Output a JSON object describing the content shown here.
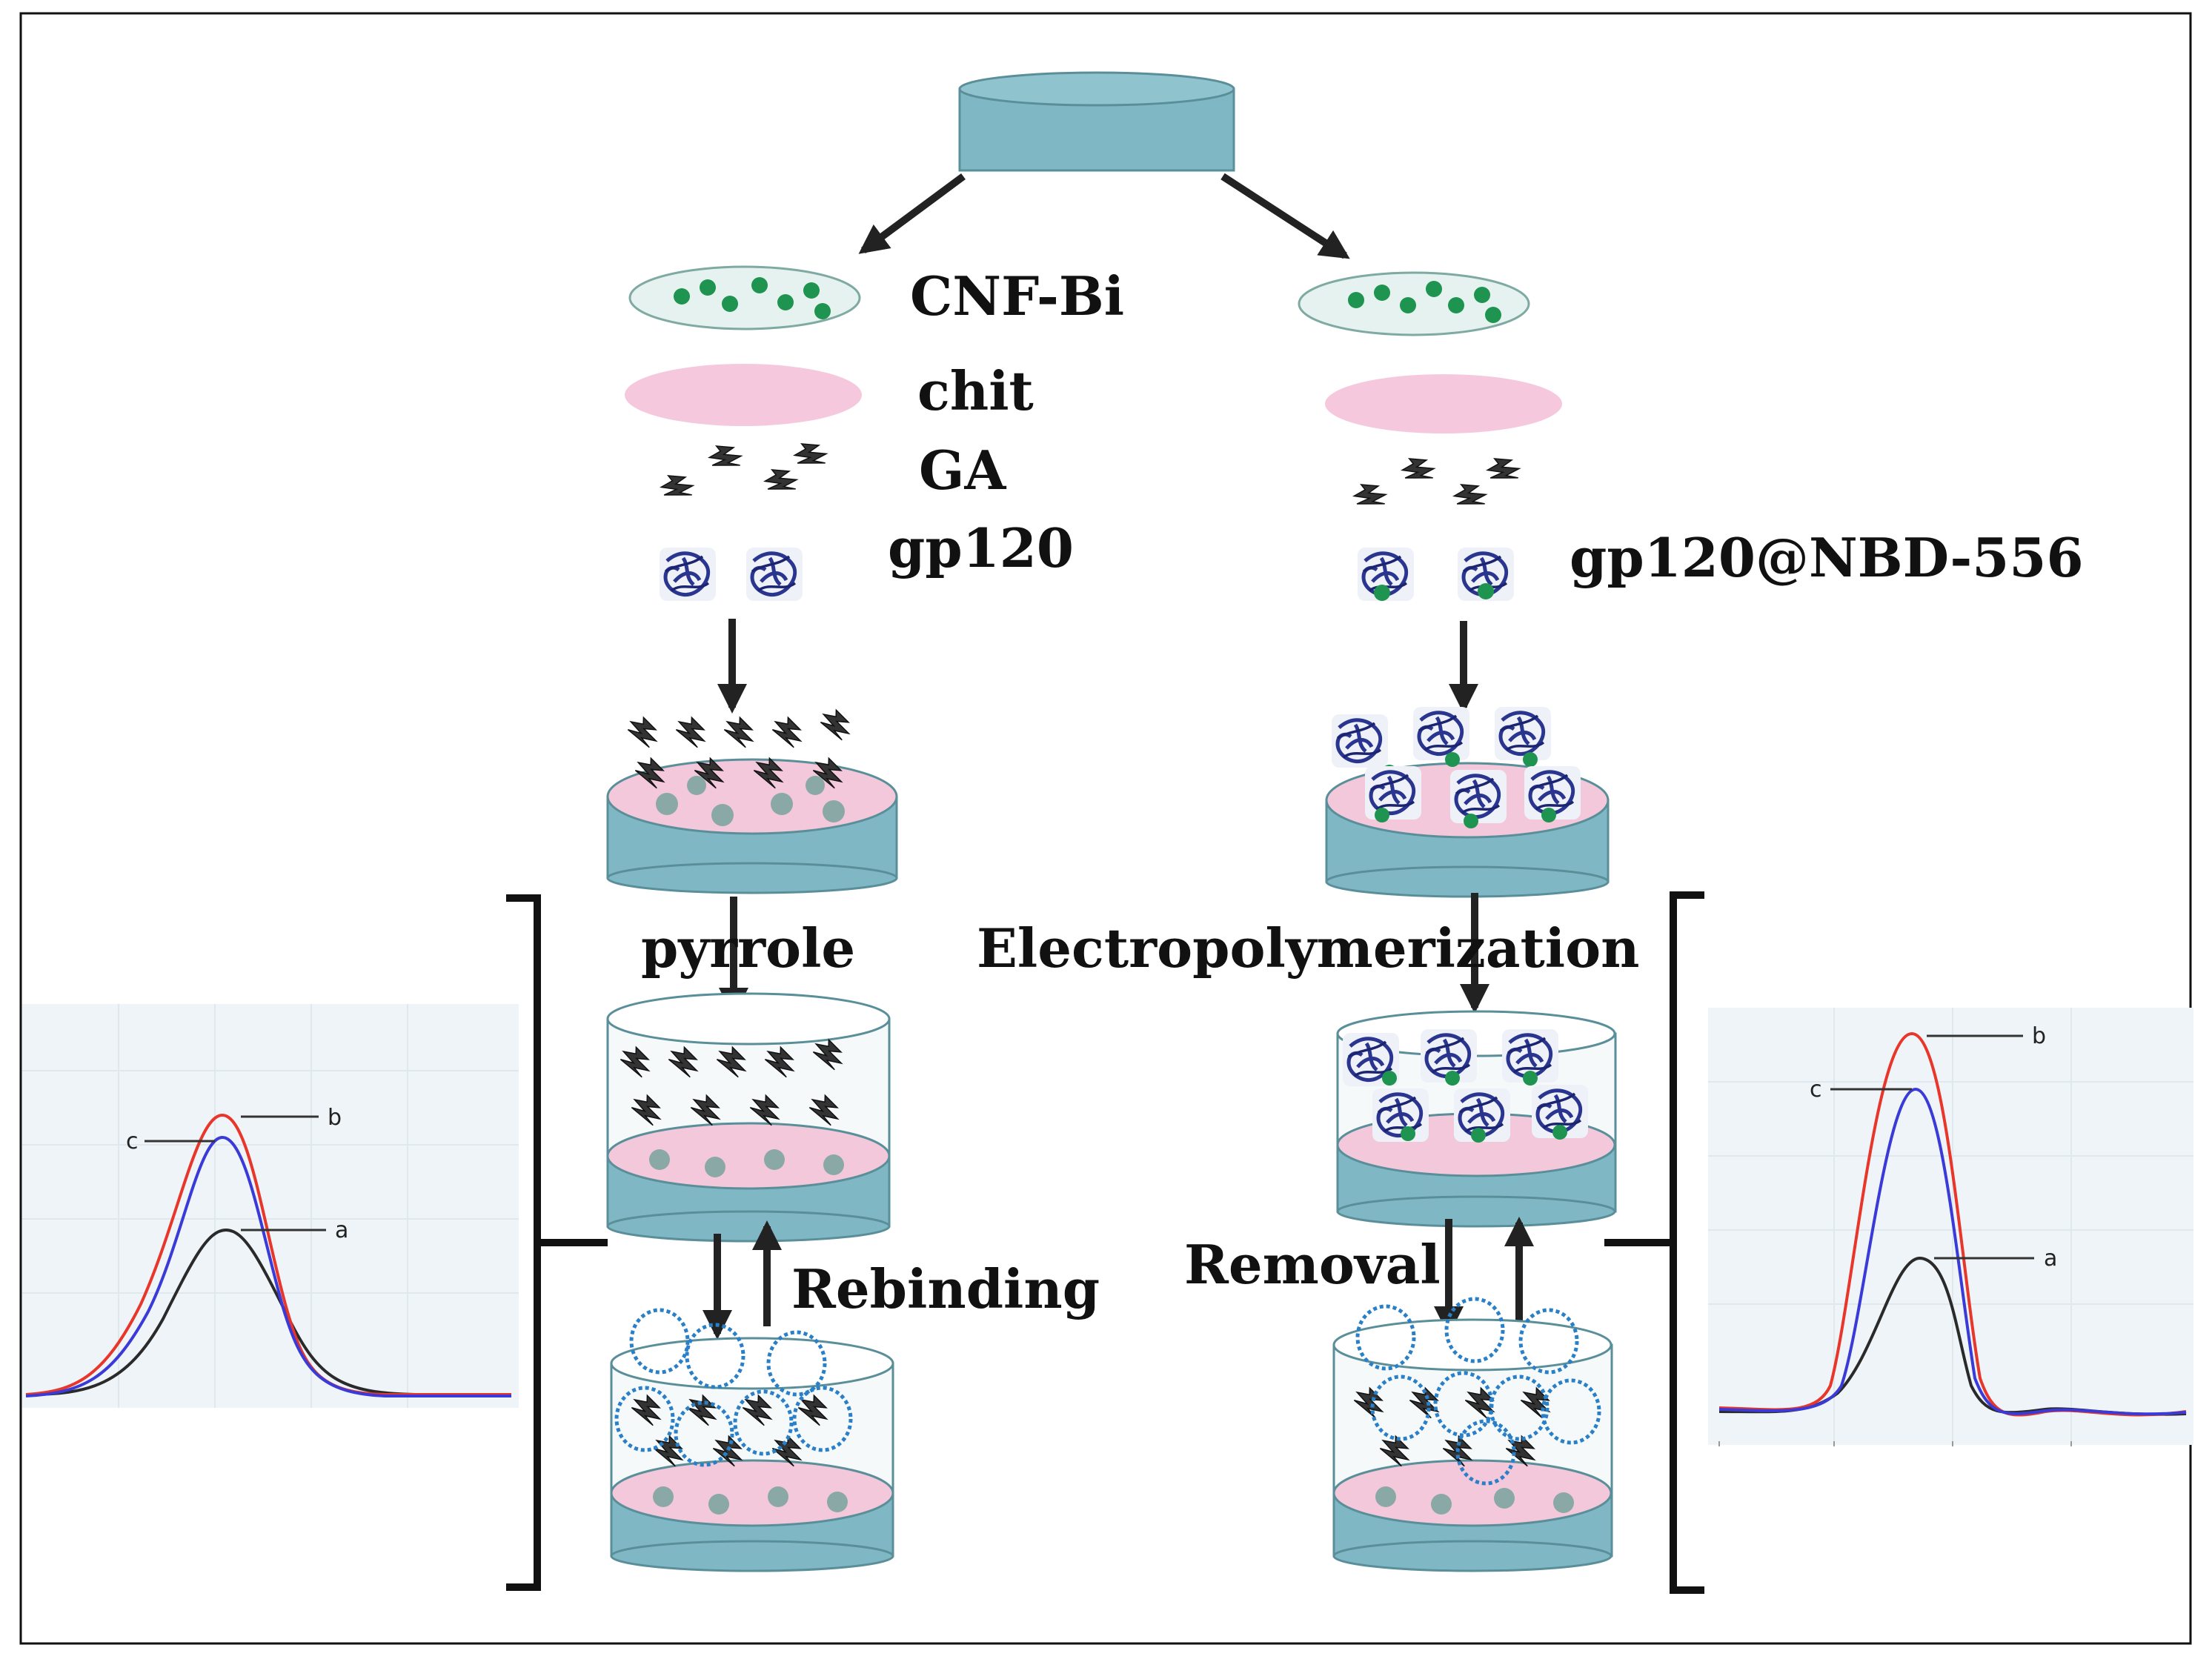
{
  "labels": {
    "cnf_bi": "CNF-Bi",
    "chit": "chit",
    "ga": "GA",
    "gp120": "gp120",
    "gp120_nbd": "gp120@NBD-556",
    "pyrrole": "pyrrole",
    "electropolymerization": "Electropolymerization",
    "rebinding": "Rebinding",
    "removal": "Removal"
  },
  "plots": [
    {
      "curve_labels": [
        "a",
        "b",
        "c"
      ]
    },
    {
      "curve_labels": [
        "a",
        "b",
        "c"
      ]
    }
  ],
  "colors": {
    "disk": "#7fb8c4",
    "disk_edge": "#5a8f9a",
    "chitosan": "#f5c8dd",
    "cnf_dots": "#1e9450",
    "protein": "#2a3590",
    "template_loops": "#2a80c8",
    "curve_a": "#2a2a2a",
    "curve_b": "#e8362a",
    "curve_c": "#3a3ad8"
  }
}
